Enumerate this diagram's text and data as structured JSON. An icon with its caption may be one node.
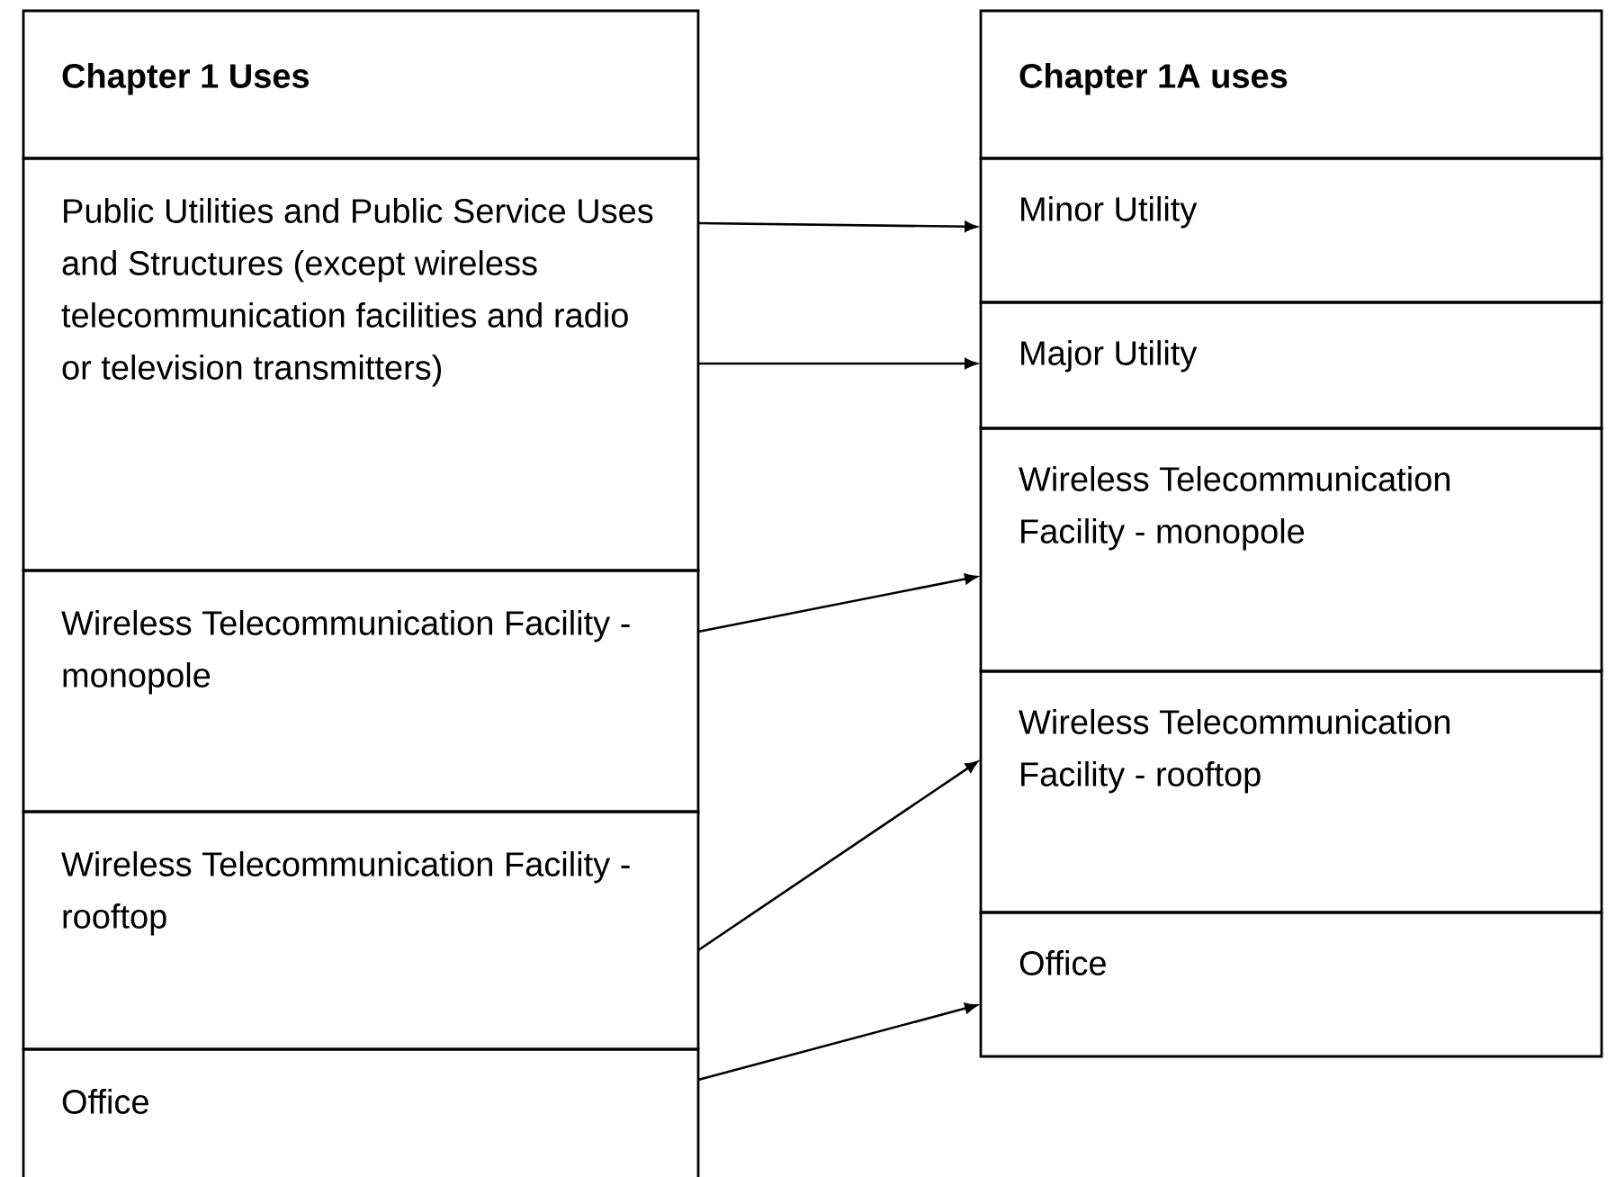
{
  "diagram": {
    "nodes": [
      {
        "text": [
          "Chapter 1 Uses"
        ]
      },
      {
        "text": [
          "Public Utilities and Public Service Uses and Structures (except wireless telecommunication facilities and radio or television transmitters)"
        ]
      },
      {
        "text": [
          "Wireless Telecommunication Facility - monopole"
        ]
      },
      {
        "text": [
          "Wireless Telecommunication Facility - rooftop"
        ]
      },
      {
        "text": [
          "Office"
        ]
      },
      {
        "text": [
          "Chapter 1A uses"
        ]
      },
      {
        "text": [
          "Minor Utility"
        ]
      },
      {
        "text": [
          "Major Utility"
        ]
      },
      {
        "text": [
          "Wireless Telecommunication Facility - monopole"
        ]
      },
      {
        "text": [
          "Wireless Telecommunication Facility - rooftop"
        ]
      },
      {
        "text": [
          "Office"
        ]
      }
    ],
    "edges": [
      {
        "from": 1,
        "to": 6,
        "arrow": "to"
      },
      {
        "from": 1,
        "to": 7,
        "arrow": "to"
      },
      {
        "from": 2,
        "to": 8,
        "arrow": "to"
      },
      {
        "from": 3,
        "to": 9,
        "arrow": "to"
      },
      {
        "from": 4,
        "to": 10,
        "arrow": "to"
      }
    ]
  }
}
